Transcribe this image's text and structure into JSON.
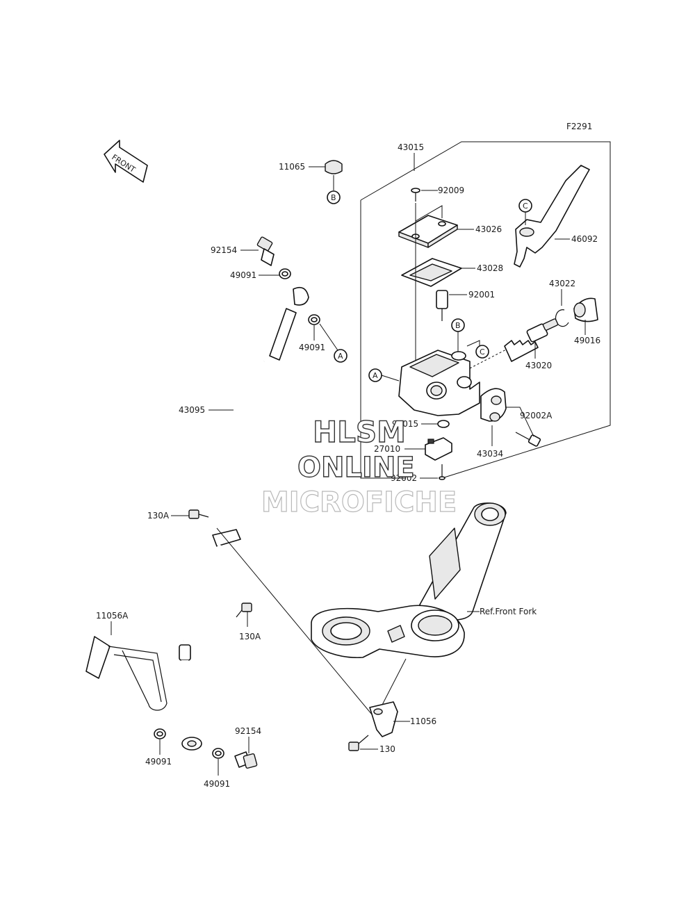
{
  "figure_code": "F2291",
  "front_label": "FRONT",
  "ref_label": "Ref.Front Fork",
  "watermark": {
    "line1": "HLSM",
    "line2": "ONLINE",
    "line3": "MICROFICHE"
  },
  "callouts": {
    "a": "A",
    "b": "B",
    "c": "C"
  },
  "part_numbers": {
    "p43015": "43015",
    "p11065": "11065",
    "p92009": "92009",
    "p43026": "43026",
    "p46092": "46092",
    "p43028": "43028",
    "p92154_top": "92154",
    "p49091_top": "49091",
    "p49091_mid": "49091",
    "p92001": "92001",
    "p43022": "43022",
    "p49016": "49016",
    "p43020": "43020",
    "p43095": "43095",
    "p92015": "92015",
    "p92002A": "92002A",
    "p27010": "27010",
    "p43034": "43034",
    "p92002": "92002",
    "p130A_top": "130A",
    "p130A_mid": "130A",
    "p11056A": "11056A",
    "p11056": "11056",
    "p130": "130",
    "p92154_bot": "92154",
    "p49091_bl": "49091",
    "p49091_br": "49091"
  }
}
